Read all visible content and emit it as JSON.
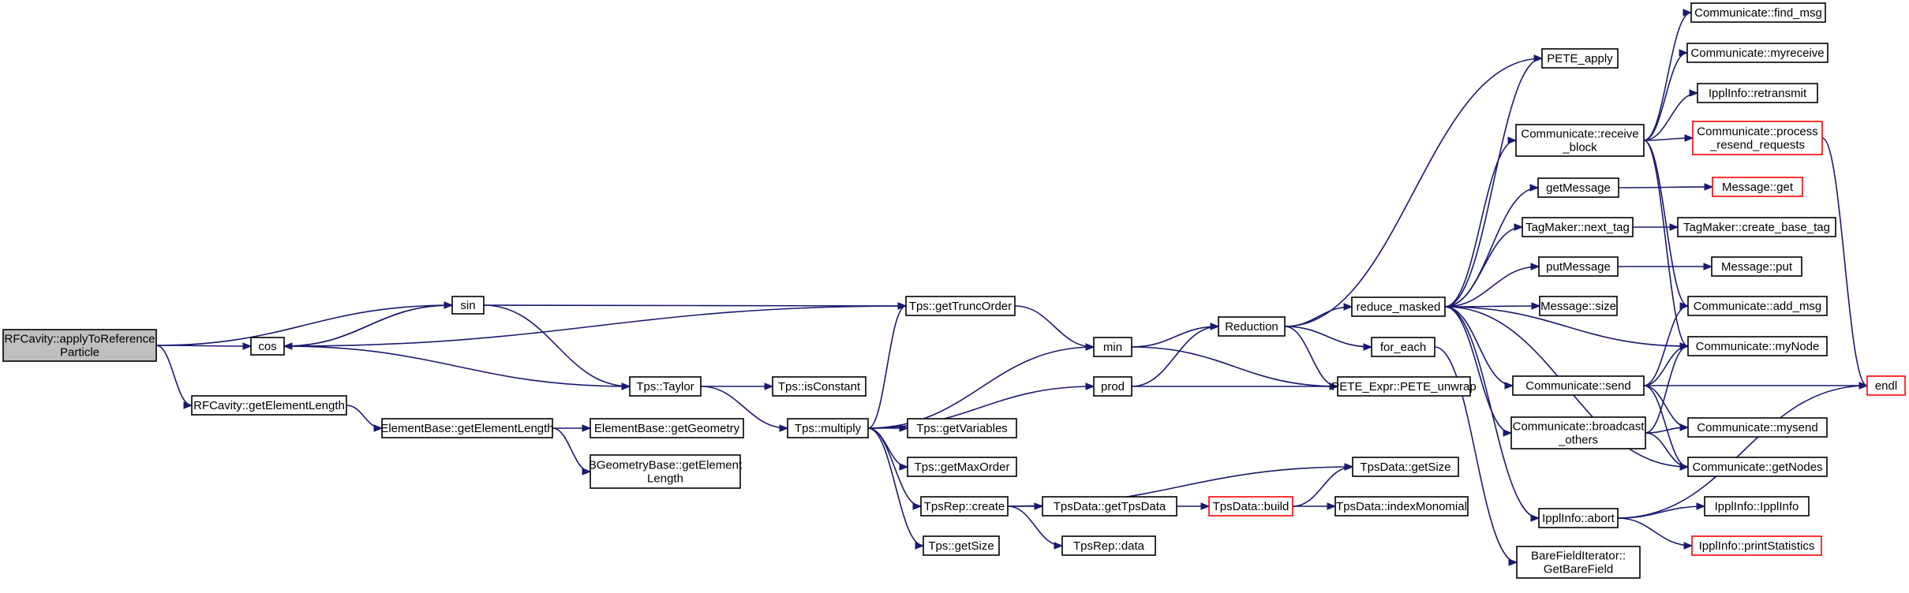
{
  "graph": {
    "title": "",
    "colors": {
      "edge": "#191970",
      "root_fill": "#bfbfbf",
      "truncated_border": "#ff0000",
      "border": "#000000"
    },
    "nodes": [
      {
        "id": "root",
        "lines": [
          "RFCavity::applyToReference",
          "Particle"
        ],
        "root": true
      },
      {
        "id": "sin",
        "lines": [
          "sin"
        ]
      },
      {
        "id": "cos",
        "lines": [
          "cos"
        ]
      },
      {
        "id": "rfgetlen",
        "lines": [
          "RFCavity::getElementLength"
        ]
      },
      {
        "id": "ebgetlen",
        "lines": [
          "ElementBase::getElementLength"
        ]
      },
      {
        "id": "ebgetgeom",
        "lines": [
          "ElementBase::getGeometry"
        ]
      },
      {
        "id": "bgbgetlen",
        "lines": [
          "BGeometryBase::getElement",
          "Length"
        ]
      },
      {
        "id": "trunc",
        "lines": [
          "Tps::getTruncOrder"
        ]
      },
      {
        "id": "taylor",
        "lines": [
          "Tps::Taylor"
        ]
      },
      {
        "id": "isconst",
        "lines": [
          "Tps::isConstant"
        ]
      },
      {
        "id": "multiply",
        "lines": [
          "Tps::multiply"
        ]
      },
      {
        "id": "getvars",
        "lines": [
          "Tps::getVariables"
        ]
      },
      {
        "id": "maxorder",
        "lines": [
          "Tps::getMaxOrder"
        ]
      },
      {
        "id": "repcreate",
        "lines": [
          "TpsRep::create"
        ]
      },
      {
        "id": "tpsgetsize",
        "lines": [
          "Tps::getSize"
        ]
      },
      {
        "id": "gettpsdata",
        "lines": [
          "TpsData::getTpsData"
        ]
      },
      {
        "id": "repdata",
        "lines": [
          "TpsRep::data"
        ]
      },
      {
        "id": "build",
        "lines": [
          "TpsData::build"
        ],
        "truncated": true
      },
      {
        "id": "datagetsize",
        "lines": [
          "TpsData::getSize"
        ]
      },
      {
        "id": "indexmono",
        "lines": [
          "TpsData::indexMonomial"
        ]
      },
      {
        "id": "min",
        "lines": [
          "min"
        ]
      },
      {
        "id": "prod",
        "lines": [
          "prod"
        ]
      },
      {
        "id": "reduction",
        "lines": [
          "Reduction"
        ]
      },
      {
        "id": "unwrap",
        "lines": [
          "PETE_Expr::PETE_unwrap"
        ]
      },
      {
        "id": "reduce",
        "lines": [
          "reduce_masked"
        ]
      },
      {
        "id": "foreach",
        "lines": [
          "for_each"
        ]
      },
      {
        "id": "peteapply",
        "lines": [
          "PETE_apply"
        ]
      },
      {
        "id": "recvblock",
        "lines": [
          "Communicate::receive",
          "_block"
        ]
      },
      {
        "id": "getmsg",
        "lines": [
          "getMessage"
        ]
      },
      {
        "id": "nexttag",
        "lines": [
          "TagMaker::next_tag"
        ]
      },
      {
        "id": "putmsg",
        "lines": [
          "putMessage"
        ]
      },
      {
        "id": "msgsize",
        "lines": [
          "Message::size"
        ]
      },
      {
        "id": "send",
        "lines": [
          "Communicate::send"
        ]
      },
      {
        "id": "bcast",
        "lines": [
          "Communicate::broadcast",
          "_others"
        ]
      },
      {
        "id": "abort",
        "lines": [
          "IpplInfo::abort"
        ]
      },
      {
        "id": "bare",
        "lines": [
          "BareFieldIterator::",
          "GetBareField"
        ]
      },
      {
        "id": "findmsg",
        "lines": [
          "Communicate::find_msg"
        ]
      },
      {
        "id": "myreceive",
        "lines": [
          "Communicate::myreceive"
        ]
      },
      {
        "id": "retransmit",
        "lines": [
          "IpplInfo::retransmit"
        ]
      },
      {
        "id": "resend",
        "lines": [
          "Communicate::process",
          "_resend_requests"
        ],
        "truncated": true
      },
      {
        "id": "msgget",
        "lines": [
          "Message::get"
        ],
        "truncated": true
      },
      {
        "id": "basetag",
        "lines": [
          "TagMaker::create_base_tag"
        ]
      },
      {
        "id": "msgput",
        "lines": [
          "Message::put"
        ]
      },
      {
        "id": "addmsg",
        "lines": [
          "Communicate::add_msg"
        ]
      },
      {
        "id": "mynode",
        "lines": [
          "Communicate::myNode"
        ]
      },
      {
        "id": "endl",
        "lines": [
          "endl"
        ],
        "truncated": true
      },
      {
        "id": "mysend",
        "lines": [
          "Communicate::mysend"
        ]
      },
      {
        "id": "getnodes",
        "lines": [
          "Communicate::getNodes"
        ]
      },
      {
        "id": "ipplinfo",
        "lines": [
          "IpplInfo::IpplInfo"
        ]
      },
      {
        "id": "printstats",
        "lines": [
          "IpplInfo::printStatistics"
        ],
        "truncated": true
      }
    ],
    "edges": [
      [
        "root",
        "sin"
      ],
      [
        "root",
        "cos"
      ],
      [
        "root",
        "rfgetlen"
      ],
      [
        "sin",
        "cos"
      ],
      [
        "sin",
        "trunc"
      ],
      [
        "sin",
        "taylor"
      ],
      [
        "cos",
        "sin"
      ],
      [
        "cos",
        "trunc"
      ],
      [
        "cos",
        "taylor"
      ],
      [
        "rfgetlen",
        "ebgetlen"
      ],
      [
        "ebgetlen",
        "ebgetgeom"
      ],
      [
        "ebgetlen",
        "bgbgetlen"
      ],
      [
        "trunc",
        "min"
      ],
      [
        "taylor",
        "isconst"
      ],
      [
        "taylor",
        "multiply"
      ],
      [
        "multiply",
        "trunc"
      ],
      [
        "multiply",
        "min"
      ],
      [
        "multiply",
        "prod"
      ],
      [
        "multiply",
        "getvars"
      ],
      [
        "multiply",
        "maxorder"
      ],
      [
        "multiply",
        "repcreate"
      ],
      [
        "multiply",
        "tpsgetsize"
      ],
      [
        "repcreate",
        "gettpsdata"
      ],
      [
        "repcreate",
        "repdata"
      ],
      [
        "repcreate",
        "datagetsize"
      ],
      [
        "gettpsdata",
        "build"
      ],
      [
        "build",
        "datagetsize"
      ],
      [
        "build",
        "indexmono"
      ],
      [
        "min",
        "reduction"
      ],
      [
        "min",
        "unwrap"
      ],
      [
        "prod",
        "reduction"
      ],
      [
        "prod",
        "unwrap"
      ],
      [
        "reduction",
        "peteapply"
      ],
      [
        "reduction",
        "reduce"
      ],
      [
        "reduction",
        "foreach"
      ],
      [
        "reduction",
        "unwrap"
      ],
      [
        "reduce",
        "recvblock"
      ],
      [
        "reduce",
        "getmsg"
      ],
      [
        "reduce",
        "nexttag"
      ],
      [
        "reduce",
        "putmsg"
      ],
      [
        "reduce",
        "msgsize"
      ],
      [
        "reduce",
        "send"
      ],
      [
        "reduce",
        "bcast"
      ],
      [
        "reduce",
        "mynode"
      ],
      [
        "reduce",
        "getnodes"
      ],
      [
        "reduce",
        "abort"
      ],
      [
        "reduce",
        "peteapply"
      ],
      [
        "foreach",
        "bare"
      ],
      [
        "recvblock",
        "findmsg"
      ],
      [
        "recvblock",
        "myreceive"
      ],
      [
        "recvblock",
        "retransmit"
      ],
      [
        "recvblock",
        "resend"
      ],
      [
        "recvblock",
        "addmsg"
      ],
      [
        "recvblock",
        "mynode"
      ],
      [
        "getmsg",
        "msgget"
      ],
      [
        "nexttag",
        "basetag"
      ],
      [
        "putmsg",
        "msgput"
      ],
      [
        "send",
        "addmsg"
      ],
      [
        "send",
        "mynode"
      ],
      [
        "send",
        "endl"
      ],
      [
        "send",
        "mysend"
      ],
      [
        "send",
        "getnodes"
      ],
      [
        "bcast",
        "mynode"
      ],
      [
        "bcast",
        "mysend"
      ],
      [
        "bcast",
        "getnodes"
      ],
      [
        "abort",
        "ipplinfo"
      ],
      [
        "abort",
        "printstats"
      ],
      [
        "abort",
        "endl"
      ],
      [
        "resend",
        "endl"
      ]
    ]
  }
}
